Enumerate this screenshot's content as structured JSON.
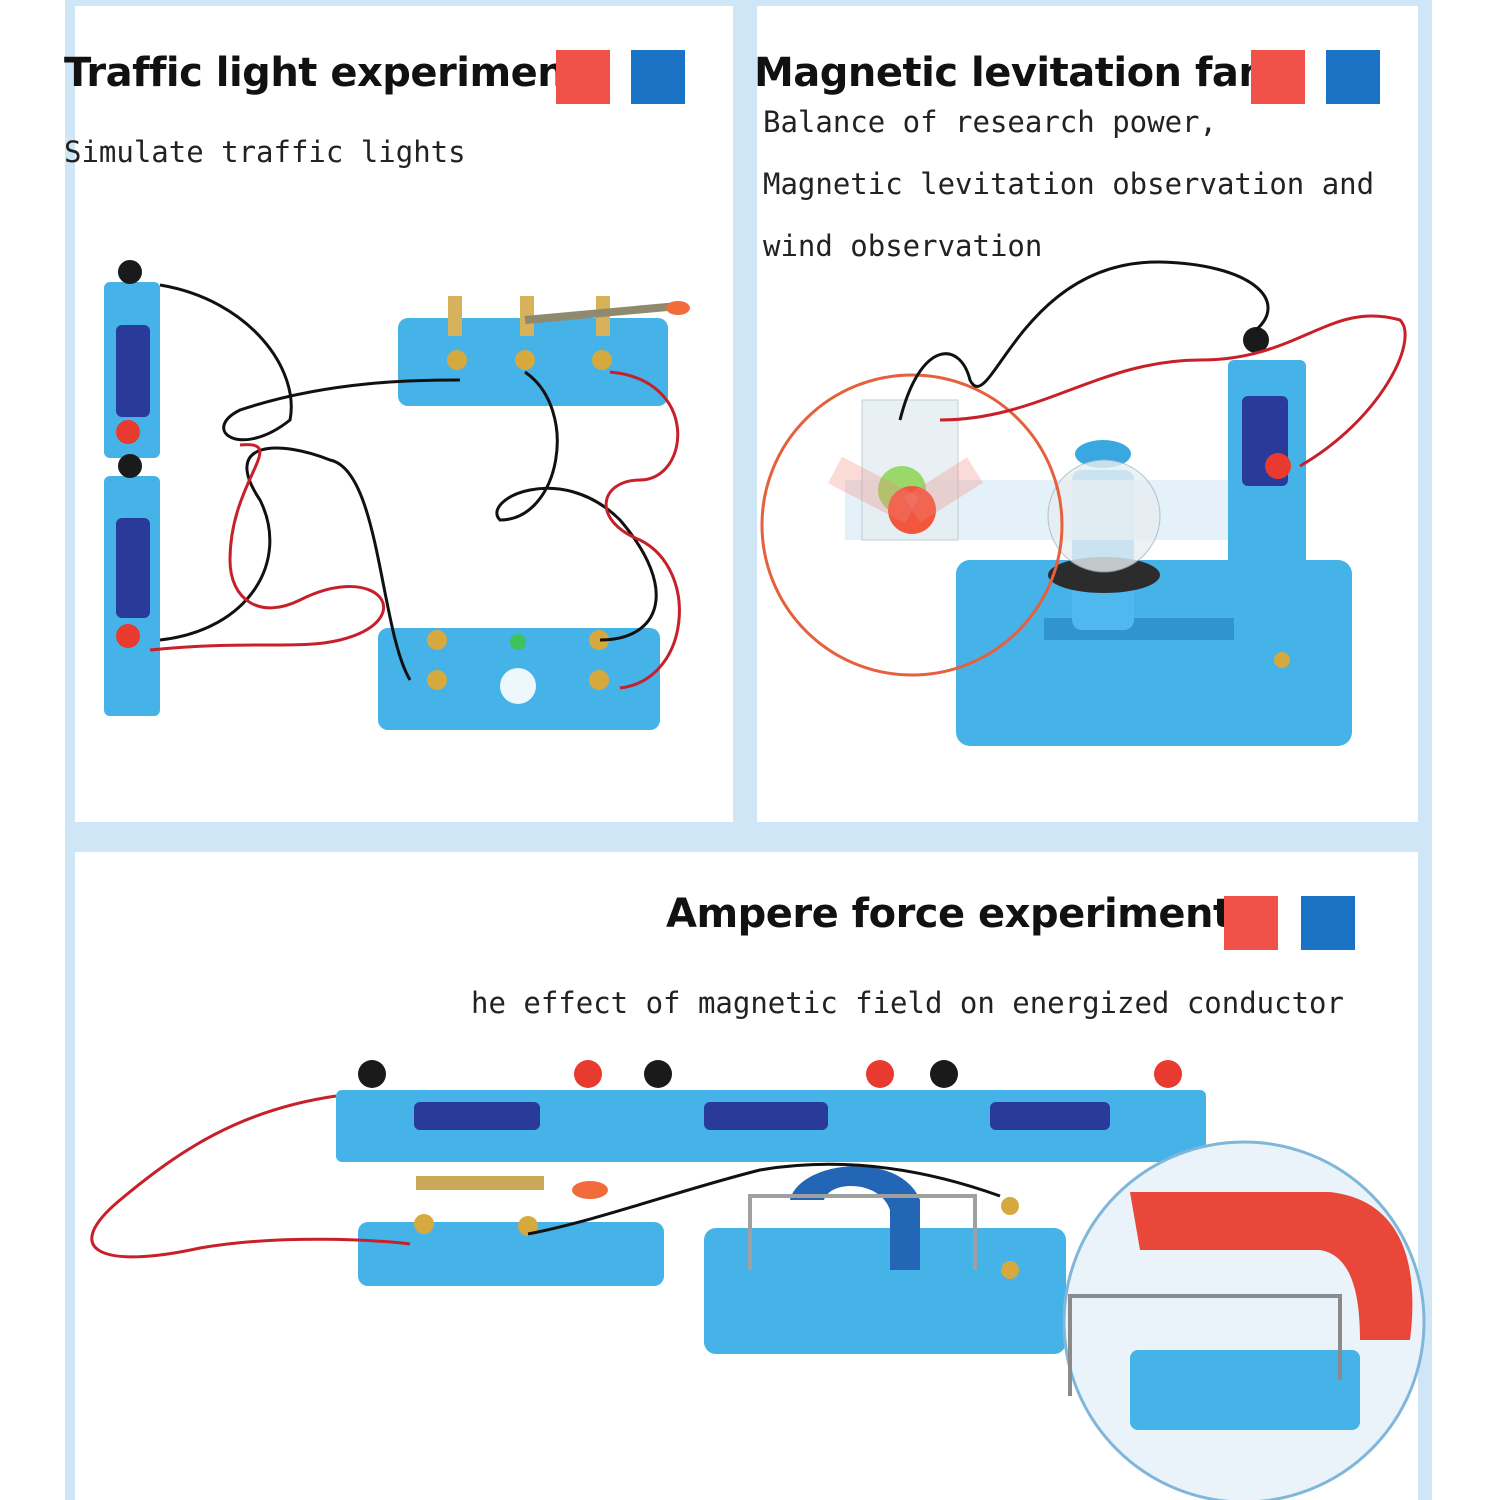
{
  "colors": {
    "swatch_red": "#f0524a",
    "swatch_blue": "#1a73c5",
    "board_blue": "#45b2e8",
    "frame_blue": "#cfe6f7"
  },
  "panel_traffic": {
    "title": "Traffic light experiment",
    "subtitle": "Simulate traffic lights"
  },
  "panel_levitation": {
    "title": "Magnetic levitation fan",
    "description": [
      "Balance of research power,",
      "Magnetic levitation observation and",
      "wind observation"
    ]
  },
  "panel_ampere": {
    "title": "Ampere force experiment",
    "subtitle": "he effect of magnetic field on energized conductor"
  }
}
